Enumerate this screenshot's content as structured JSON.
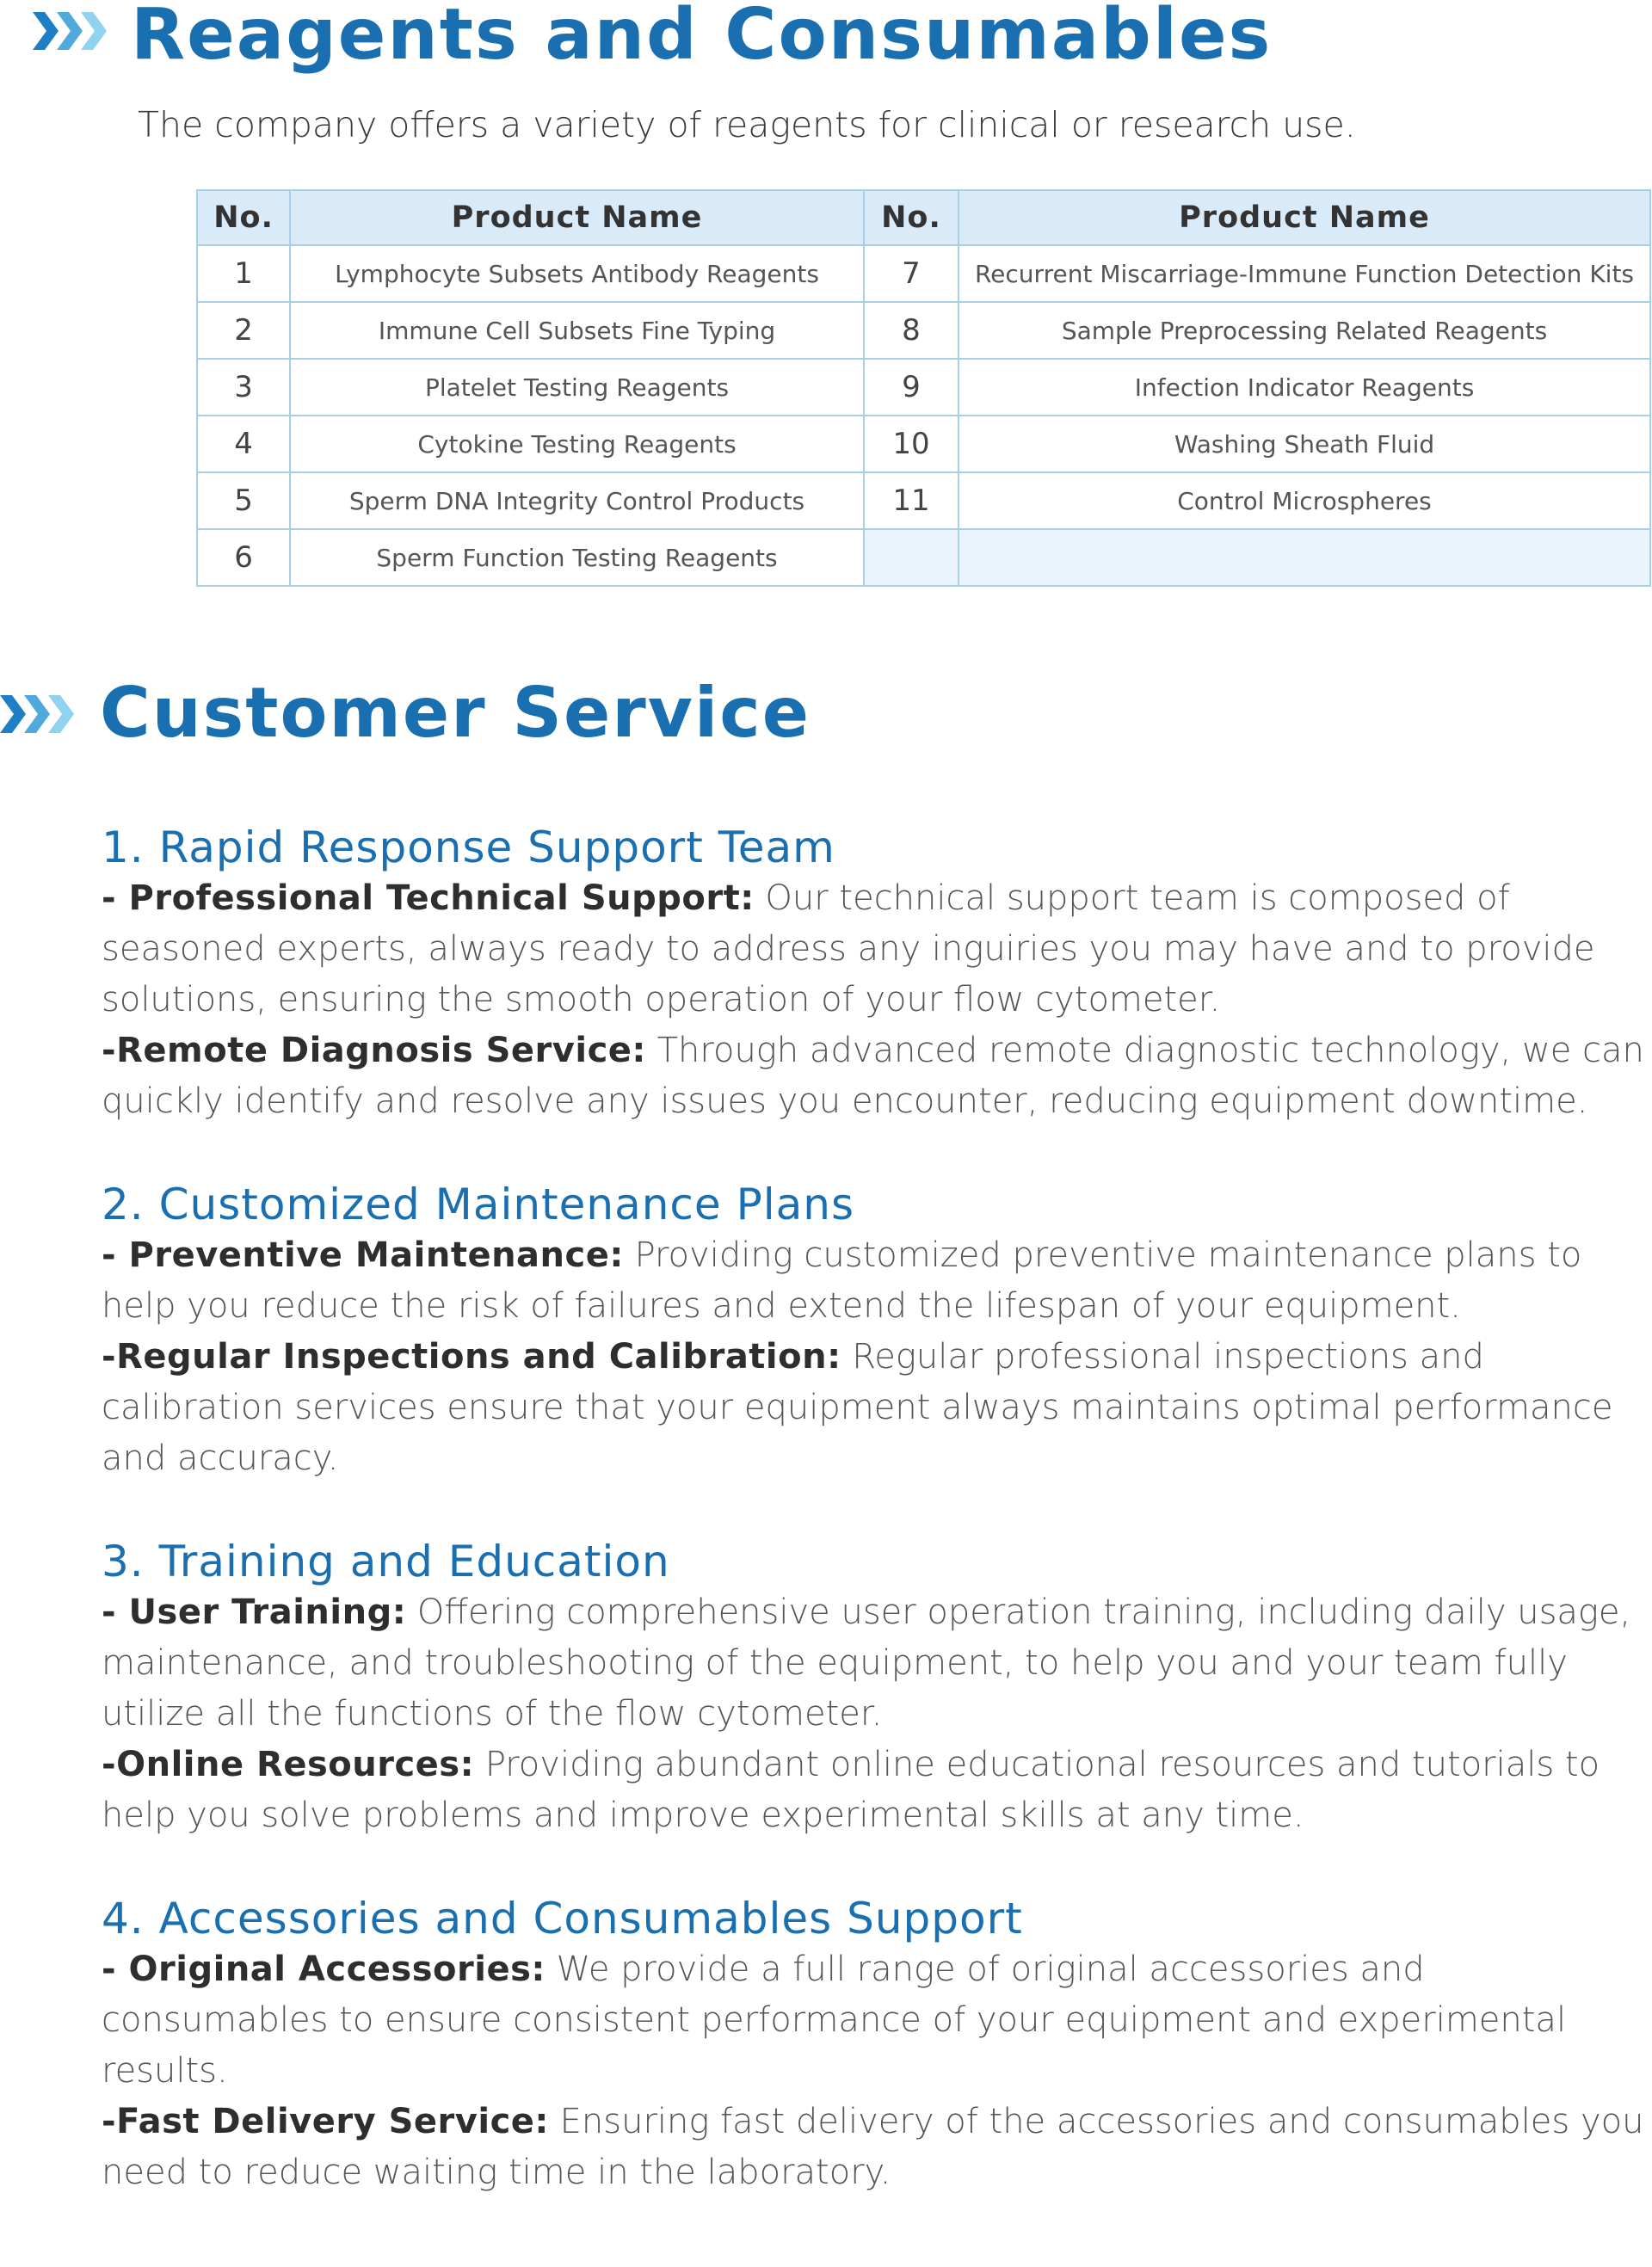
{
  "reagents": {
    "title": "Reagents and Consumables",
    "intro": "The company offers a variety of reagents for clinical or research use.",
    "table": {
      "headers": [
        "No.",
        "Product Name",
        "No.",
        "Product Name"
      ],
      "rows": [
        {
          "no1": "1",
          "name1": "Lymphocyte Subsets Antibody Reagents",
          "no2": "7",
          "name2": "Recurrent Miscarriage-Immune Function Detection Kits"
        },
        {
          "no1": "2",
          "name1": "Immune Cell Subsets Fine Typing",
          "no2": "8",
          "name2": "Sample Preprocessing Related Reagents"
        },
        {
          "no1": "3",
          "name1": "Platelet Testing Reagents",
          "no2": "9",
          "name2": "Infection Indicator Reagents"
        },
        {
          "no1": "4",
          "name1": "Cytokine Testing Reagents",
          "no2": "10",
          "name2": "Washing Sheath Fluid"
        },
        {
          "no1": "5",
          "name1": "Sperm DNA Integrity Control Products",
          "no2": "11",
          "name2": "Control Microspheres"
        },
        {
          "no1": "6",
          "name1": "Sperm Function Testing Reagents",
          "no2": "",
          "name2": ""
        }
      ]
    }
  },
  "service": {
    "title": "Customer Service",
    "sections": [
      {
        "heading": "1. Rapid Response Support Team",
        "items": [
          {
            "label": "- Professional Technical Support:",
            "text": " Our technical support  team is composed of seasoned experts, always ready to address any  inguiries  you may have and to provide solutions, ensuring the smooth operation of your  flow  cytometer."
          },
          {
            "label": "-Remote Diagnosis Service:",
            "text": " Through advanced remote diagnostic technology, we can quickly identify and resolve any issues you encounter, reducing equipment downtime."
          }
        ]
      },
      {
        "heading": "2. Customized Maintenance Plans",
        "items": [
          {
            "label": "- Preventive Maintenance:",
            "text": " Providing customized preventive maintenance plans to help you reduce the risk of failures and extend the lifespan of your equipment."
          },
          {
            "label": "-Regular Inspections and Calibration:",
            "text": " Regular professional inspections and calibration services ensure that your equipment always maintains optimal performance and accuracy."
          }
        ]
      },
      {
        "heading": "3. Training and Education",
        "items": [
          {
            "label": "- User Training:",
            "text": " Offering comprehensive user operation training, including daily usage, maintenance, and troubleshooting of the equipment, to help you and your team fully utilize all the functions of the flow cytometer."
          },
          {
            "label": "-Online Resources:",
            "text": " Providing abundant online educational resources and tutorials to help you solve problems and improve experimental skills at any time."
          }
        ]
      },
      {
        "heading": "4. Accessories and Consumables Support",
        "items": [
          {
            "label": "- Original Accessories:",
            "text": " We provide a full range of original accessories and consumables to ensure consistent performance of your equipment and experimental results."
          },
          {
            "label": "-Fast Delivery Service:",
            "text": " Ensuring fast delivery of the accessories and consumables you need to reduce waiting time in the laboratory."
          }
        ]
      }
    ]
  },
  "colors": {
    "accent": "#1a6fb0",
    "chevron_light": "#8fd3ee",
    "chevron_dark": "#1f7fc4",
    "table_header": "#d9ebf8",
    "table_border": "#a8cfe6"
  },
  "icons": {
    "section_marker": "triple-chevron-icon"
  }
}
